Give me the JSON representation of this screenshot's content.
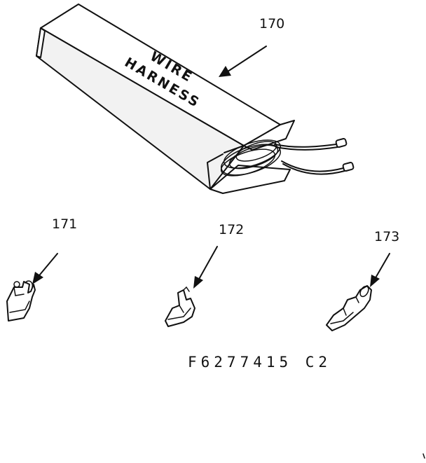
{
  "callouts": {
    "harness": "170",
    "terminal_a": "171",
    "terminal_b": "172",
    "terminal_c": "173"
  },
  "box_label": {
    "line1": "WIRE",
    "line2": "HARNESS"
  },
  "part_number": "F6277415 C2"
}
